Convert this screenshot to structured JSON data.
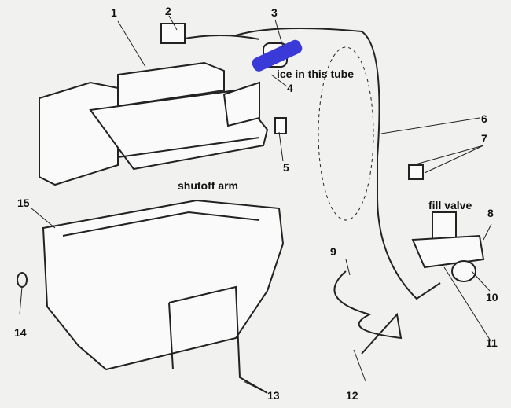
{
  "callouts": {
    "n1": "1",
    "n2": "2",
    "n3": "3",
    "n4": "4",
    "n5": "5",
    "n6": "6",
    "n7": "7",
    "n8": "8",
    "n9": "9",
    "n10": "10",
    "n11": "11",
    "n12": "12",
    "n13": "13",
    "n14": "14",
    "n15": "15"
  },
  "annotations": {
    "tube": "ice in this tube",
    "arm": "shutoff arm",
    "valve": "fill valve"
  },
  "colors": {
    "tube": "#3a3ad8",
    "line": "#222222"
  }
}
